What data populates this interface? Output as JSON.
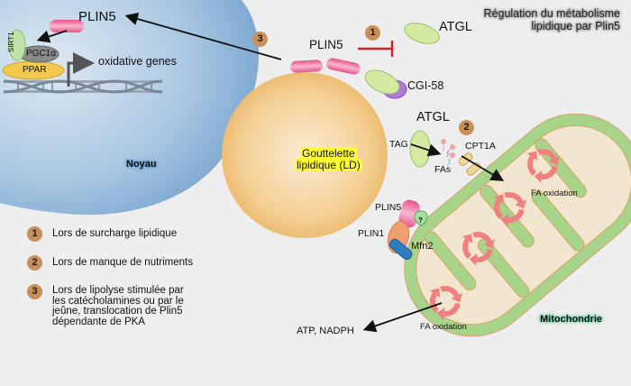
{
  "title": {
    "line1": "Régulation du métabolisme",
    "line2": "lipidique par Plin5"
  },
  "nucleus": {
    "label": "Noyau",
    "plin5_label": "PLIN5",
    "sirt1_label": "SIRT1",
    "pgc1a_label": "PGC1α",
    "ppar_label": "PPAR",
    "genes_label": "oxidative genes"
  },
  "lipid_droplet": {
    "label_line1": "Gouttelette",
    "label_line2": "lipidique (LD)",
    "plin5_top_label": "PLIN5",
    "cgi58_label": "CGI-58",
    "atgl_free_label": "ATGL",
    "atgl_bound_label": "ATGL",
    "tag_label": "TAG",
    "fas_label": "FAs",
    "plin5_contact_label": "PLIN5",
    "plin1_label": "PLIN1",
    "mfn2_label": "Mfn2",
    "unknown_label": "?"
  },
  "mitochondria": {
    "label": "Mitochondrie",
    "cpt1a_label": "CPT1A",
    "fa_ox_label_1": "FA oxidation",
    "fa_ox_label_2": "FA oxidation",
    "output_label": "ATP, NADPH"
  },
  "badges": {
    "b1": "1",
    "b2": "2",
    "b3": "3"
  },
  "legend": [
    {
      "num": "1",
      "text": "Lors de surcharge lipidique"
    },
    {
      "num": "2",
      "text": "Lors de manque de nutriments"
    },
    {
      "num": "3",
      "lines": [
        "Lors de lipolyse stimulée par",
        "les catécholamines ou par le",
        "jeûne, translocation de Plin5",
        "dépendante de PKA"
      ]
    }
  ],
  "colors": {
    "background": "#eeeeee",
    "nucleus": "#8fb6da",
    "droplet": "#f0c07a",
    "mito_outer": "#a8d48a",
    "mito_inner": "#f2e6cf",
    "plin5": "#e8608f",
    "atgl": "#d4eaa0",
    "cgi58": "#b27ad8",
    "badge": "#c98f5a",
    "inhibit": "#d22222",
    "cycle": "#f07f7f"
  }
}
